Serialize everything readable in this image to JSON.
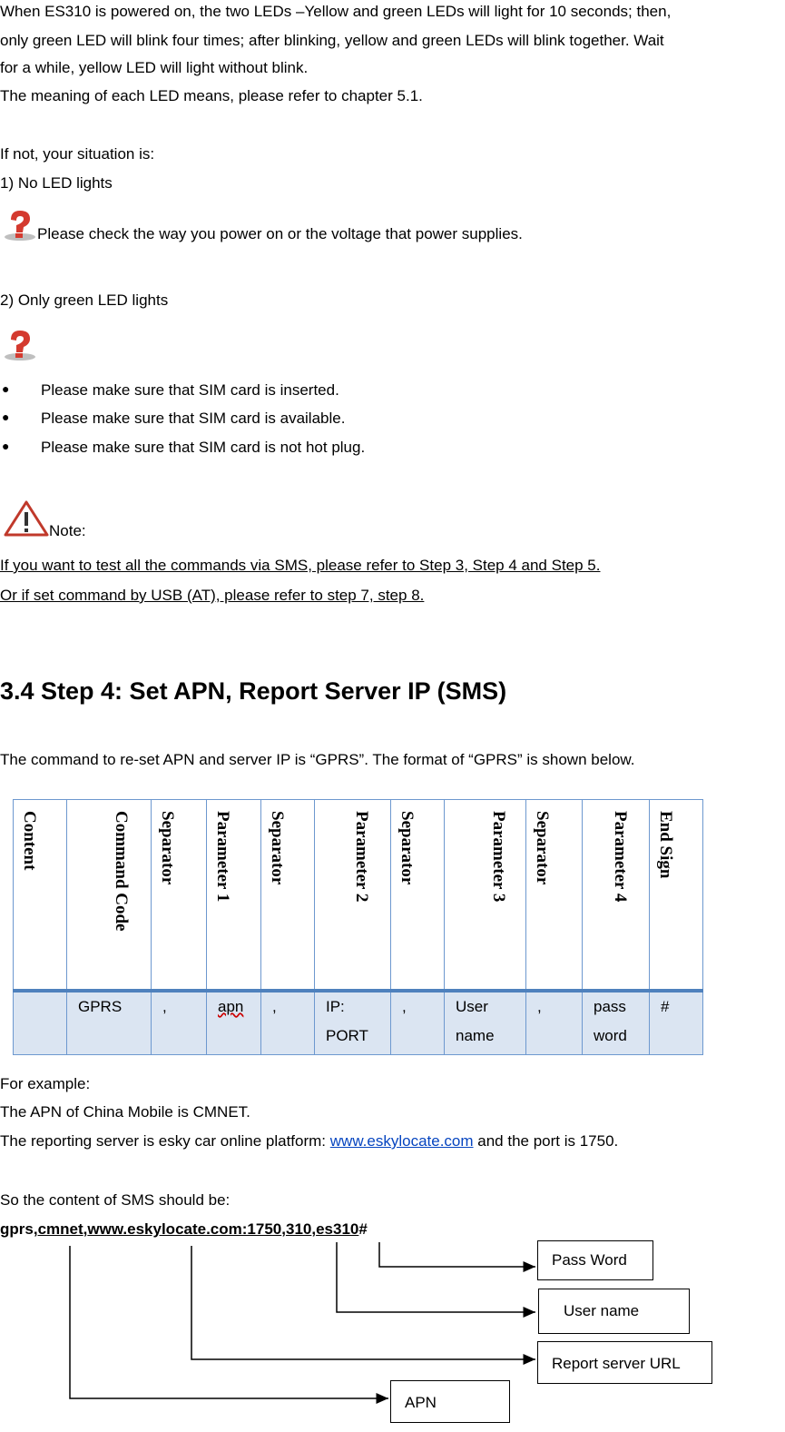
{
  "intro": {
    "p1_l1": "When ES310 is powered on, the two LEDs –Yellow and green LEDs will light for 10 seconds; then,",
    "p1_l2": "only green LED will blink four times; after blinking, yellow and green LEDs will blink together. Wait",
    "p1_l3": "for a while, yellow LED will light without blink.",
    "p1_l4": "The meaning of each LED means, please refer to chapter 5.1.",
    "if_not": "If not, your situation is:",
    "case1": "1) No LED lights",
    "case1_tip": "Please check the way you power on or the voltage that power supplies.",
    "case2": "2) Only green LED lights",
    "bullets": [
      "Please make sure that SIM card is inserted.",
      "Please make sure that SIM card is available.",
      "Please make sure that SIM card is not hot plug."
    ],
    "note_label": "Note:",
    "note_l1": "If you want to test all the commands via SMS, please refer to Step 3, Step 4 and Step 5.",
    "note_l2": "Or if set command by USB (AT), please refer to step 7, step 8."
  },
  "section": {
    "heading": "3.4 Step 4: Set APN, Report Server IP (SMS)",
    "desc": "The command to re-set APN and server IP is “GPRS”. The format of “GPRS” is shown below."
  },
  "table": {
    "headers": [
      "Content",
      "Command Code",
      "Separator",
      "Parameter 1",
      "Separator",
      "Parameter 2",
      "Separator",
      "Parameter 3",
      "Separator",
      "Parameter 4",
      "End Sign"
    ],
    "values": [
      "",
      "GPRS",
      ",",
      "apn",
      ",",
      "IP:\nPORT",
      ",",
      "User\nname",
      ",",
      "pass\nword",
      "#"
    ]
  },
  "example": {
    "label": "For example:",
    "apn_line": "The APN of China Mobile is CMNET.",
    "server_pre": "The reporting server is esky car online platform: ",
    "server_link": "www.eskylocate.com",
    "server_post": " and the port is 1750.",
    "sms_label": "So the content of SMS should be:",
    "cmd_prefix": "gprs,",
    "cmd_apn": "cmnet",
    "cmd_sep1": ",",
    "cmd_server": "www.eskylocate.com:1750",
    "cmd_sep2": ",",
    "cmd_user": "310",
    "cmd_sep3": ",",
    "cmd_pass": "es310",
    "cmd_end": "#"
  },
  "callouts": {
    "password": "Pass Word",
    "username": "User name",
    "server": "Report server URL",
    "apn": "APN"
  }
}
